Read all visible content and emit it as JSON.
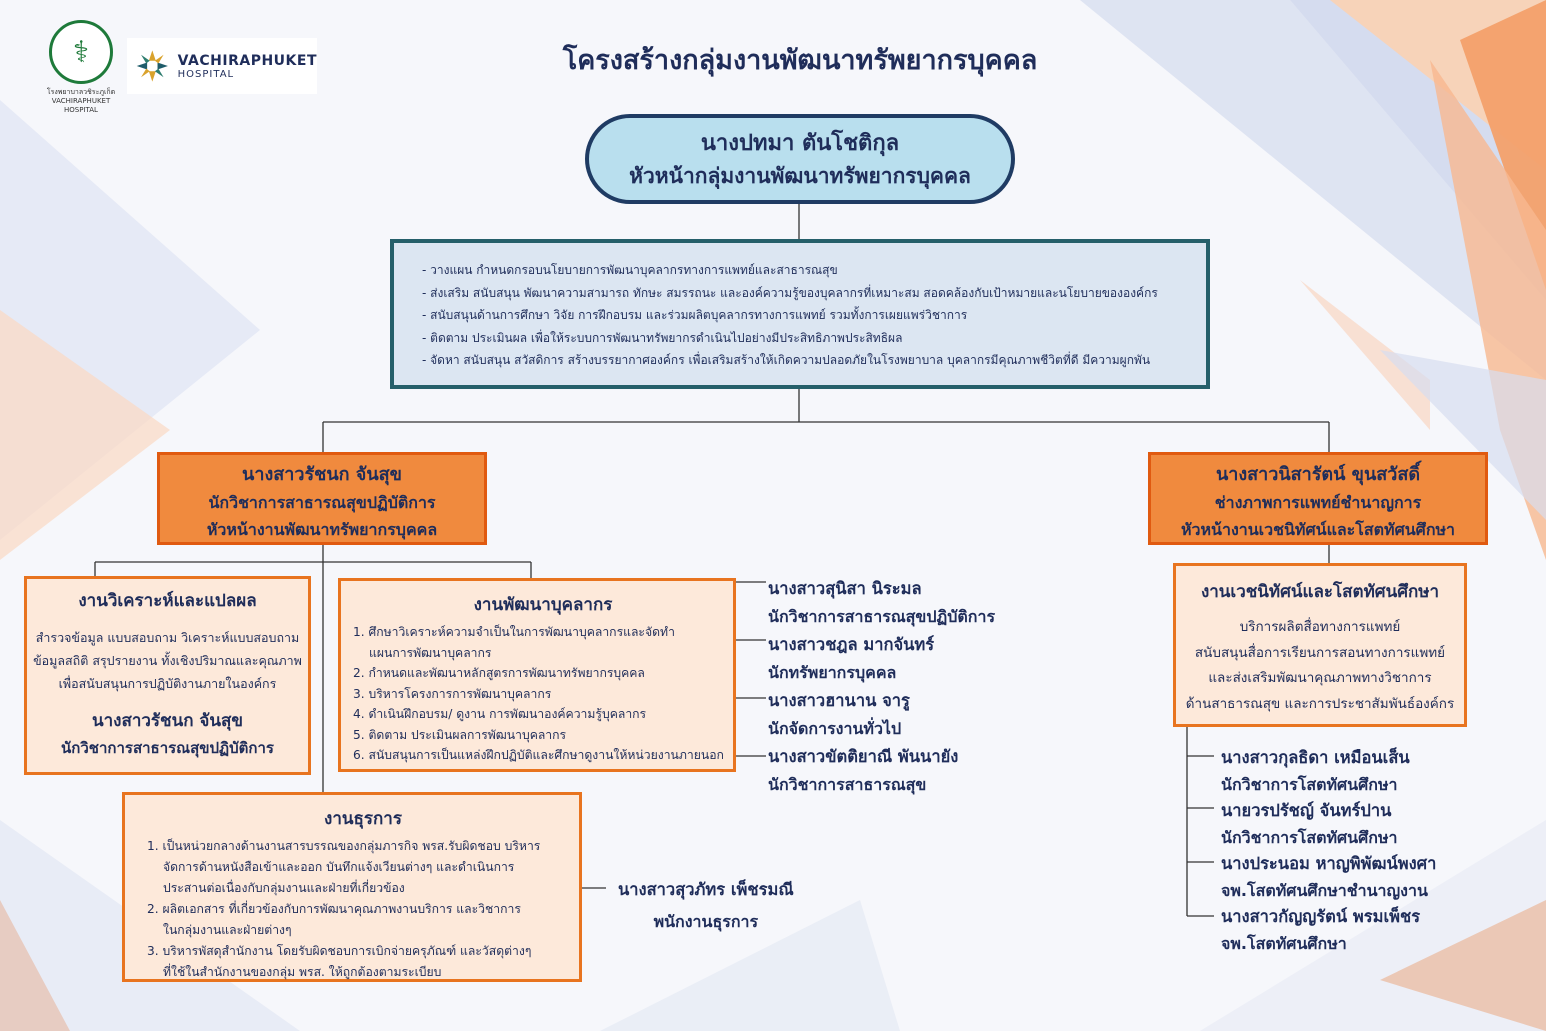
{
  "title": "โครงสร้างกลุ่มงานพัฒนาทรัพยากรบุคคล",
  "logos": {
    "moph_caption_1": "โรงพยาบาลวชิระภูเก็ต",
    "moph_caption_2": "VACHIRAPHUKET HOSPITAL",
    "vachira_name": "VACHIRAPHUKET",
    "vachira_sub": "HOSPITAL"
  },
  "head": {
    "name": "นางปทมา  ตันโชติกุล",
    "position": "หัวหน้ากลุ่มงานพัฒนาทรัพยากรบุคคล"
  },
  "duties": [
    "- วางแผน กำหนดกรอบนโยบายการพัฒนาบุคลากรทางการแพทย์และสาธารณสุข",
    "- ส่งเสริม สนับสนุน พัฒนาความสามารถ ทักษะ สมรรถนะ และองค์ความรู้ของบุคลากรที่เหมาะสม สอดคล้องกับเป้าหมายและนโยบายขององค์กร",
    "- สนับสนุนด้านการศึกษา วิจัย การฝึกอบรม และร่วมผลิตบุคลากรทางการแพทย์ รวมทั้งการเผยแพร่วิชาการ",
    "- ติดตาม ประเมินผล เพื่อให้ระบบการพัฒนาทรัพยากรดำเนินไปอย่างมีประสิทธิภาพประสิทธิผล",
    "- จัดหา สนับสนุน สวัสดิการ สร้างบรรยากาศองค์กร เพื่อเสริมสร้างให้เกิดความปลอดภัยในโรงพยาบาล บุคลากรมีคุณภาพชีวิตที่ดี มีความผูกพัน"
  ],
  "lead_left": {
    "name": "นางสาวรัชนก  จันสุข",
    "position": "นักวิชาการสาธารณสุขปฏิบัติการ",
    "role": "หัวหน้างานพัฒนาทรัพยากรบุคคล"
  },
  "lead_right": {
    "name": "นางสาวนิสารัตน์  ขุนสวัสดิ์",
    "position": "ช่างภาพการแพทย์ชำนาญการ",
    "role": "หัวหน้างานเวชนิทัศน์และโสตทัศนศึกษา"
  },
  "analyze": {
    "title": "งานวิเคราะห์และแปลผล",
    "desc": [
      "สำรวจข้อมูล แบบสอบถาม วิเคราะห์แบบสอบถาม",
      "ข้อมูลสถิติ สรุปรายงาน ทั้งเชิงปริมาณและคุณภาพ",
      "เพื่อสนับสนุนการปฏิบัติงานภายในองค์กร"
    ],
    "person_name": "นางสาวรัชนก  จันสุข",
    "person_position": "นักวิชาการสาธารณสุขปฏิบัติการ"
  },
  "dev": {
    "title": "งานพัฒนาบุคลากร",
    "items": [
      [
        "1. ศึกษาวิเคราะห์ความจำเป็นในการพัฒนาบุคลากรและจัดทำ",
        "แผนการพัฒนาบุคลากร"
      ],
      [
        "2. กำหนดและพัฒนาหลักสูตรการพัฒนาทรัพยากรบุคคล",
        ""
      ],
      [
        "3. บริหารโครงการการพัฒนาบุคลากร",
        ""
      ],
      [
        "4. ดำเนินฝึกอบรม/ ดูงาน การพัฒนาองค์ความรู้บุคลากร",
        ""
      ],
      [
        "5. ติดตาม ประเมินผลการพัฒนาบุคลากร",
        ""
      ],
      [
        "6. สนับสนุนการเป็นแหล่งฝึกปฏิบัติและศึกษาดูงานให้หน่วยงานภายนอก",
        ""
      ]
    ],
    "staff": [
      {
        "name": "นางสาวสุนิสา  นิระมล",
        "position": "นักวิชาการสาธารณสุขปฏิบัติการ"
      },
      {
        "name": "นางสาวชฎล  มากจันทร์",
        "position": "นักทรัพยากรบุคคล"
      },
      {
        "name": "นางสาวฮานาน  จารู",
        "position": "นักจัดการงานทั่วไป"
      },
      {
        "name": "นางสาวขัตติยาณี  พันนายัง",
        "position": "นักวิชาการสาธารณสุข"
      }
    ]
  },
  "admin": {
    "title": "งานธุรการ",
    "items": [
      [
        "1. เป็นหน่วยกลางด้านงานสารบรรณของกลุ่มภารกิจ พรส.รับผิดชอบ บริหาร",
        "จัดการด้านหนังสือเข้าและออก บันทึกแจ้งเวียนต่างๆ และดำเนินการ",
        "ประสานต่อเนื่องกับกลุ่มงานและฝ่ายที่เกี่ยวข้อง"
      ],
      [
        "2. ผลิตเอกสาร ที่เกี่ยวข้องกับการพัฒนาคุณภาพงานบริการ และวิชาการ",
        "ในกลุ่มงานและฝ่ายต่างๆ",
        ""
      ],
      [
        "3. บริหารพัสดุสำนักงาน โดยรับผิดชอบการเบิกจ่ายครุภัณฑ์ และวัสดุต่างๆ",
        "ที่ใช้ในสำนักงานของกลุ่ม พรส. ให้ถูกต้องตามระเบียบ",
        ""
      ]
    ],
    "staff_name": "นางสาวสุวภัทร  เพ็ชรมณี",
    "staff_position": "พนักงานธุรการ"
  },
  "optic": {
    "title": "งานเวชนิทัศน์และโสตทัศนศึกษา",
    "desc": [
      "บริการผลิตสื่อทางการแพทย์",
      "สนับสนุนสื่อการเรียนการสอนทางการแพทย์",
      "และส่งเสริมพัฒนาคุณภาพทางวิชาการ",
      "ด้านสาธารณสุข และการประชาสัมพันธ์องค์กร"
    ],
    "staff": [
      {
        "name": "นางสาวกุลธิดา  เหมือนเส็น",
        "position": "นักวิชาการโสตทัศนศึกษา"
      },
      {
        "name": "นายวรปรัชญ์  จันทร์ปาน",
        "position": "นักวิชาการโสตทัศนศึกษา"
      },
      {
        "name": "นางประนอม  หาญพิพัฒน์พงศา",
        "position": "จพ.โสตทัศนศึกษาชำนาญงาน"
      },
      {
        "name": "นางสาวกัญญรัตน์  พรมเพ็ชร",
        "position": "จพ.โสตทัศนศึกษา"
      }
    ]
  },
  "colors": {
    "navy": "#1f2d5a",
    "orange": "#f08a3e",
    "orange_border": "#e05a10",
    "light_orange": "#fde9da",
    "head_fill": "#b9dfee",
    "duties_fill": "#dce6f2"
  }
}
